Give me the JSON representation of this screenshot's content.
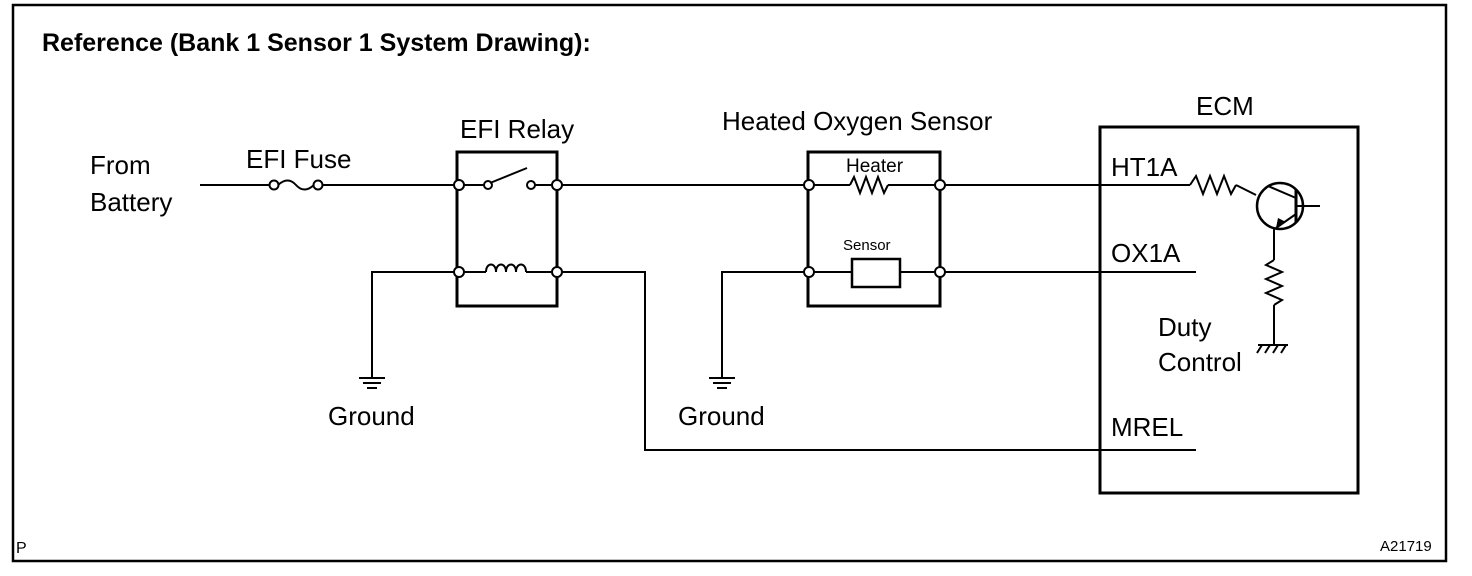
{
  "title": "Reference (Bank 1 Sensor 1 System Drawing):",
  "labels": {
    "from_line1": "From",
    "from_line2": "Battery",
    "efi_fuse": "EFI Fuse",
    "efi_relay": "EFI Relay",
    "heated_oxygen_sensor": "Heated Oxygen Sensor",
    "heater": "Heater",
    "sensor": "Sensor",
    "ecm": "ECM",
    "ht1a": "HT1A",
    "ox1a": "OX1A",
    "mrel": "MREL",
    "duty_line1": "Duty",
    "duty_line2": "Control",
    "ground_left": "Ground",
    "ground_mid": "Ground",
    "corner_p": "P",
    "figure_code": "A21719"
  },
  "icons": [
    "fuse-icon",
    "relay-switch-icon",
    "relay-coil-icon",
    "resistor-icon",
    "transistor-icon",
    "ground-icon"
  ]
}
